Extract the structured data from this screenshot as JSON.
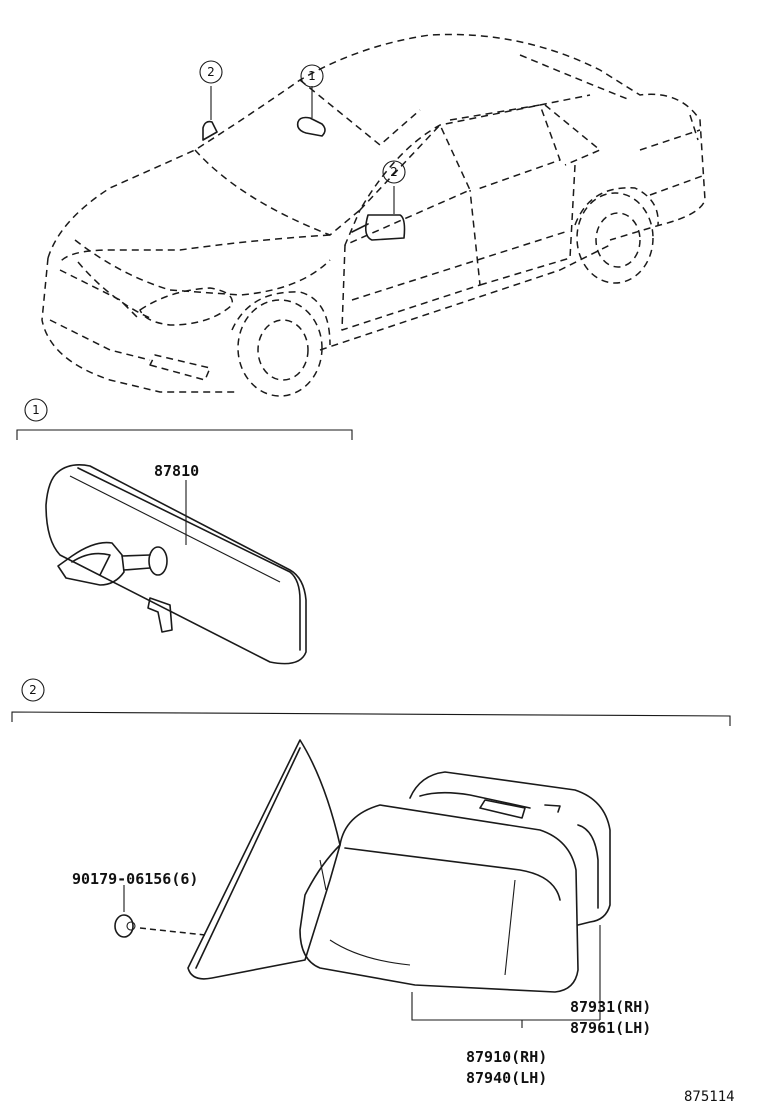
{
  "callouts": {
    "rear_view_mirror": "1",
    "outer_mirror": "2"
  },
  "parts": {
    "inner_mirror": "87810",
    "screw": "90179-06156(6)",
    "mirror_cover_rh": "87931(RH)",
    "mirror_cover_lh": "87961(LH)",
    "mirror_assy_rh": "87910(RH)",
    "mirror_assy_lh": "87940(LH)"
  },
  "figure_id": "875114"
}
